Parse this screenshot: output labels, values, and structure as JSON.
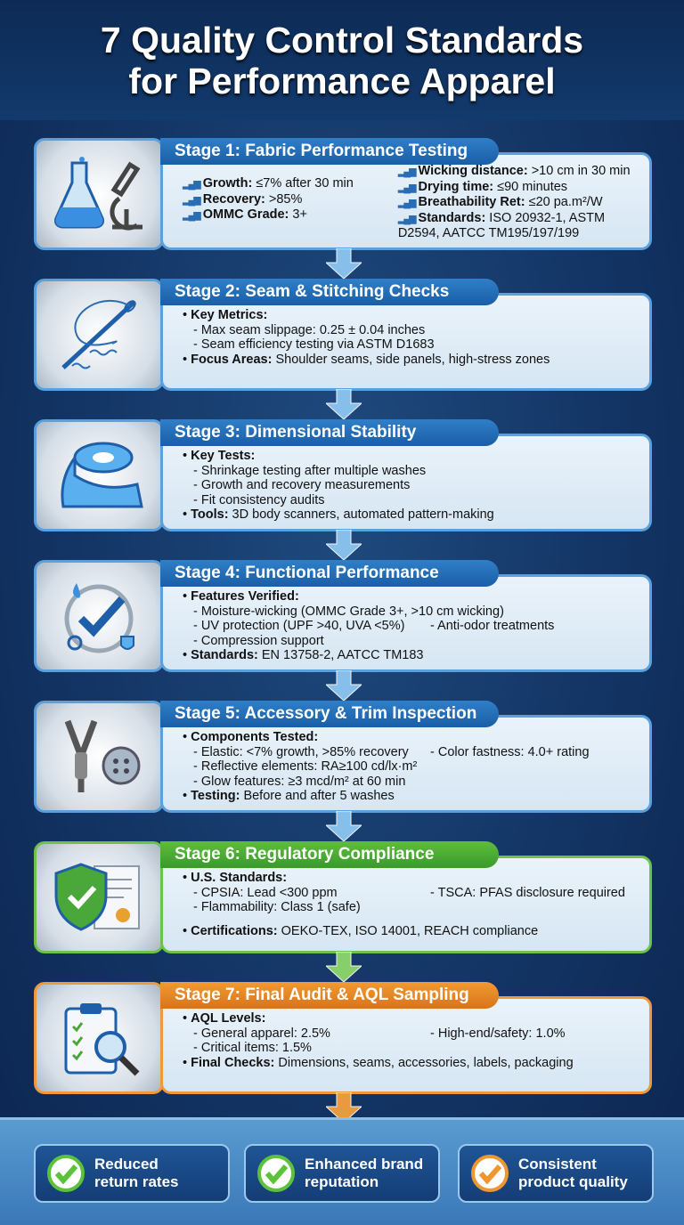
{
  "title": {
    "line1": "7 Quality Control Standards",
    "line2": "for Performance Apparel"
  },
  "stages": [
    {
      "title": "Stage 1: Fabric Performance Testing",
      "icon": "lab-flask-microscope-icon",
      "theme": "blue",
      "left": [
        {
          "label": "Growth:",
          "text": " ≤7% after 30 min"
        },
        {
          "label": "Recovery:",
          "text": " >85%"
        },
        {
          "label": "OMMC Grade:",
          "text": " 3+"
        }
      ],
      "right": [
        {
          "label": "Wicking distance:",
          "text": " >10 cm in 30 min"
        },
        {
          "label": "Drying time:",
          "text": " ≤90 minutes"
        },
        {
          "label": "Breathability Ret:",
          "text": " ≤20 pa.m²/W"
        },
        {
          "label": "Standards:",
          "text": " ISO 20932-1, ASTM D2594, AATCC TM195/197/199"
        }
      ]
    },
    {
      "title": "Stage 2: Seam & Stitching Checks",
      "icon": "needle-thread-icon",
      "theme": "blue",
      "lines": [
        {
          "label": "Key Metrics:",
          "text": ""
        },
        {
          "sub": [
            "- Max seam slippage: 0.25 ± 0.04 inches"
          ]
        },
        {
          "sub": [
            "- Seam efficiency testing via ASTM D1683"
          ]
        },
        {
          "label": "Focus Areas:",
          "text": " Shoulder seams, side panels, high-stress zones"
        }
      ]
    },
    {
      "title": "Stage 3: Dimensional Stability",
      "icon": "measuring-tape-icon",
      "theme": "blue",
      "lines": [
        {
          "label": "Key Tests:",
          "text": ""
        },
        {
          "sub": [
            "- Shrinkage testing after multiple washes"
          ]
        },
        {
          "sub": [
            "- Growth and recovery measurements"
          ]
        },
        {
          "sub": [
            "- Fit consistency audits"
          ]
        },
        {
          "label": "Tools:",
          "text": " 3D body scanners, automated pattern-making"
        }
      ]
    },
    {
      "title": "Stage 4: Functional Performance",
      "icon": "checkmark-droplet-sun-icon",
      "theme": "blue",
      "lines": [
        {
          "label": "Features Verified:",
          "text": ""
        },
        {
          "sub": [
            "- Moisture-wicking (OMMC Grade 3+, >10 cm wicking)"
          ]
        },
        {
          "sub": [
            "- UV protection (UPF >40, UVA <5%)",
            "- Anti-odor treatments"
          ]
        },
        {
          "sub": [
            "- Compression support"
          ]
        },
        {
          "label": "Standards:",
          "text": " EN 13758-2, AATCC TM183"
        }
      ]
    },
    {
      "title": "Stage 5: Accessory & Trim Inspection",
      "icon": "zipper-button-icon",
      "theme": "blue",
      "lines": [
        {
          "label": "Components Tested:",
          "text": ""
        },
        {
          "sub": [
            "- Elastic: <7% growth, >85% recovery",
            "- Color fastness: 4.0+ rating"
          ]
        },
        {
          "sub": [
            "- Reflective elements: RA≥100 cd/lx·m²"
          ]
        },
        {
          "sub": [
            "- Glow features: ≥3 mcd/m² at 60 min"
          ]
        },
        {
          "label": "Testing:",
          "text": " Before and after 5 washes"
        }
      ]
    },
    {
      "title": "Stage 6: Regulatory Compliance",
      "icon": "shield-certificate-icon",
      "theme": "green",
      "lines": [
        {
          "label": "U.S. Standards:",
          "text": ""
        },
        {
          "sub": [
            "- CPSIA: Lead <300 ppm",
            "- TSCA: PFAS disclosure required"
          ]
        },
        {
          "sub": [
            "- Flammability: Class 1 (safe)"
          ]
        },
        {
          "label": "Certifications:",
          "text": " OEKO-TEX, ISO 14001, REACH compliance",
          "gap": true
        }
      ]
    },
    {
      "title": "Stage 7: Final Audit & AQL Sampling",
      "icon": "clipboard-magnifier-icon",
      "theme": "orange",
      "lines": [
        {
          "label": "AQL Levels:",
          "text": ""
        },
        {
          "sub": [
            "- General apparel: 2.5%",
            "- High-end/safety: 1.0%"
          ]
        },
        {
          "sub": [
            "- Critical items: 1.5%"
          ]
        },
        {
          "label": "Final Checks:",
          "text": " Dimensions, seams, accessories, labels, packaging"
        }
      ]
    }
  ],
  "benefits": [
    {
      "line1": "Reduced",
      "line2": "return rates",
      "color": "#5cc23a"
    },
    {
      "line1": "Enhanced brand",
      "line2": "reputation",
      "color": "#5cc23a"
    },
    {
      "line1": "Consistent",
      "line2": "product quality",
      "color": "#f0962e"
    }
  ],
  "colors": {
    "blue": "#2f7fc8",
    "green": "#5ebd3e",
    "orange": "#f29a32"
  }
}
